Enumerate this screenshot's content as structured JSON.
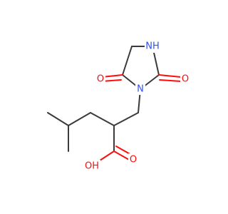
{
  "molecule": {
    "colors": {
      "bond": "#3a3a3a",
      "oxygen": "#ff0d0d",
      "nitrogen": "#3050f8",
      "background": "#ffffff"
    },
    "atoms": {
      "n_ring": {
        "text": "N",
        "element": "N"
      },
      "nh_ring": {
        "text": "NH",
        "element": "N"
      },
      "o_carbonyl_left": {
        "text": "O",
        "element": "O"
      },
      "o_carbonyl_right": {
        "text": "O",
        "element": "O"
      },
      "o_carboxyl_double": {
        "text": "O",
        "element": "O"
      },
      "oh_carboxyl": {
        "text": "OH",
        "element": "O"
      }
    }
  }
}
